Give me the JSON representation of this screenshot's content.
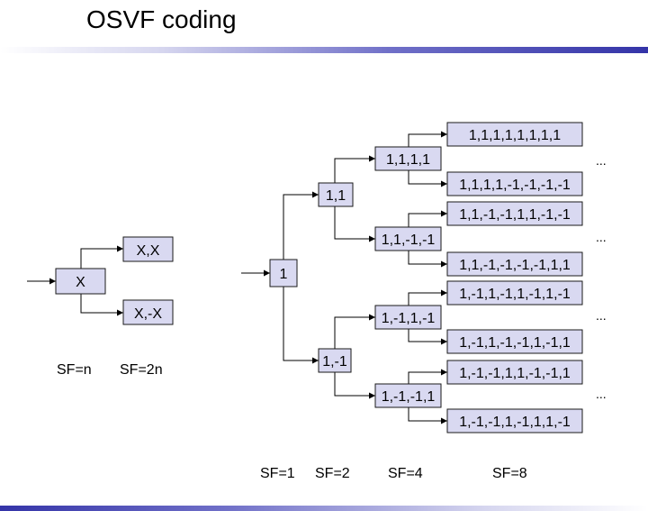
{
  "title": "OSVF coding",
  "generic": {
    "root": "X",
    "children": [
      "X,X",
      "X,-X"
    ],
    "sf_labels": [
      "SF=n",
      "SF=2n"
    ]
  },
  "tree": {
    "level1": [
      "1"
    ],
    "level2": [
      "1,1",
      "1,-1"
    ],
    "level4": [
      "1,1,1,1",
      "1,1,-1,-1",
      "1,-1,1,-1",
      "1,-1,-1,1"
    ],
    "level8": [
      "1,1,1,1,1,1,1,1",
      "1,1,1,1,-1,-1,-1,-1",
      "1,1,-1,-1,1,1,-1,-1",
      "1,1,-1,-1,-1,-1,1,1",
      "1,-1,1,-1,1,-1,1,-1",
      "1,-1,1,-1,-1,1,-1,1",
      "1,-1,-1,1,1,-1,-1,1",
      "1,-1,-1,1,-1,1,1,-1"
    ],
    "sf_labels": [
      "SF=1",
      "SF=2",
      "SF=4",
      "SF=8"
    ],
    "ellipsis": [
      "...",
      "...",
      "...",
      "..."
    ]
  }
}
